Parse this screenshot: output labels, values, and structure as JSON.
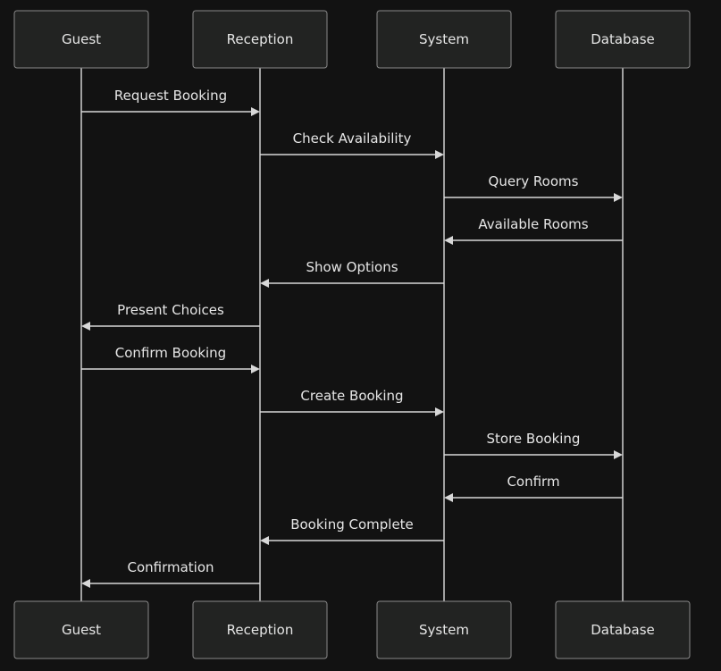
{
  "participants": [
    {
      "id": "guest",
      "label": "Guest"
    },
    {
      "id": "reception",
      "label": "Reception"
    },
    {
      "id": "system",
      "label": "System"
    },
    {
      "id": "database",
      "label": "Database"
    }
  ],
  "messages": [
    {
      "from": "guest",
      "to": "reception",
      "label": "Request Booking"
    },
    {
      "from": "reception",
      "to": "system",
      "label": "Check Availability"
    },
    {
      "from": "system",
      "to": "database",
      "label": "Query Rooms"
    },
    {
      "from": "database",
      "to": "system",
      "label": "Available Rooms"
    },
    {
      "from": "system",
      "to": "reception",
      "label": "Show Options"
    },
    {
      "from": "reception",
      "to": "guest",
      "label": "Present Choices"
    },
    {
      "from": "guest",
      "to": "reception",
      "label": "Confirm Booking"
    },
    {
      "from": "reception",
      "to": "system",
      "label": "Create Booking"
    },
    {
      "from": "system",
      "to": "database",
      "label": "Store Booking"
    },
    {
      "from": "database",
      "to": "system",
      "label": "Confirm"
    },
    {
      "from": "system",
      "to": "reception",
      "label": "Booking Complete"
    },
    {
      "from": "reception",
      "to": "guest",
      "label": "Confirmation"
    }
  ]
}
